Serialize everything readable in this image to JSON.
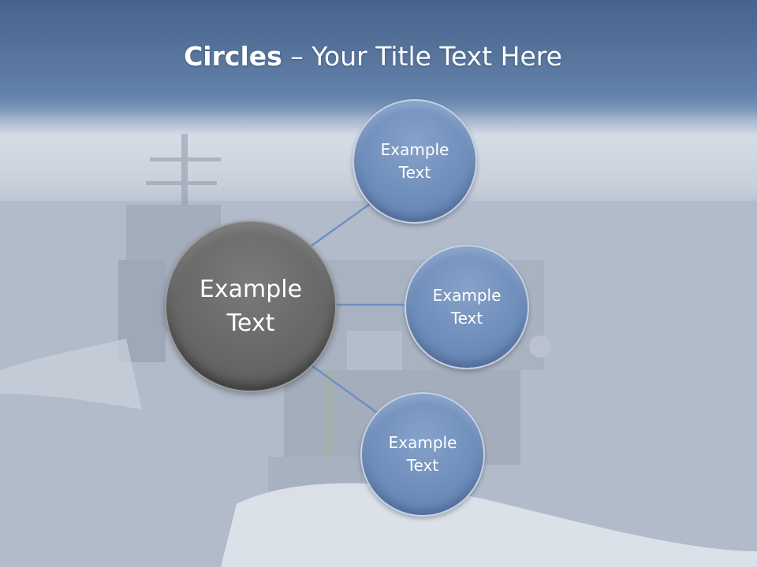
{
  "title": {
    "bold": "Circles",
    "rest": " – Your Title Text Here"
  },
  "center": {
    "line1": "Example",
    "line2": "Text"
  },
  "nodes": [
    {
      "line1": "Example",
      "line2": "Text"
    },
    {
      "line1": "Example",
      "line2": "Text"
    },
    {
      "line1": "Example",
      "line2": "Text"
    }
  ],
  "colors": {
    "center_fill": "#666666",
    "node_fill": "#6d8cba",
    "connector": "#6f8fbf",
    "title_band": "#5a79a5"
  }
}
